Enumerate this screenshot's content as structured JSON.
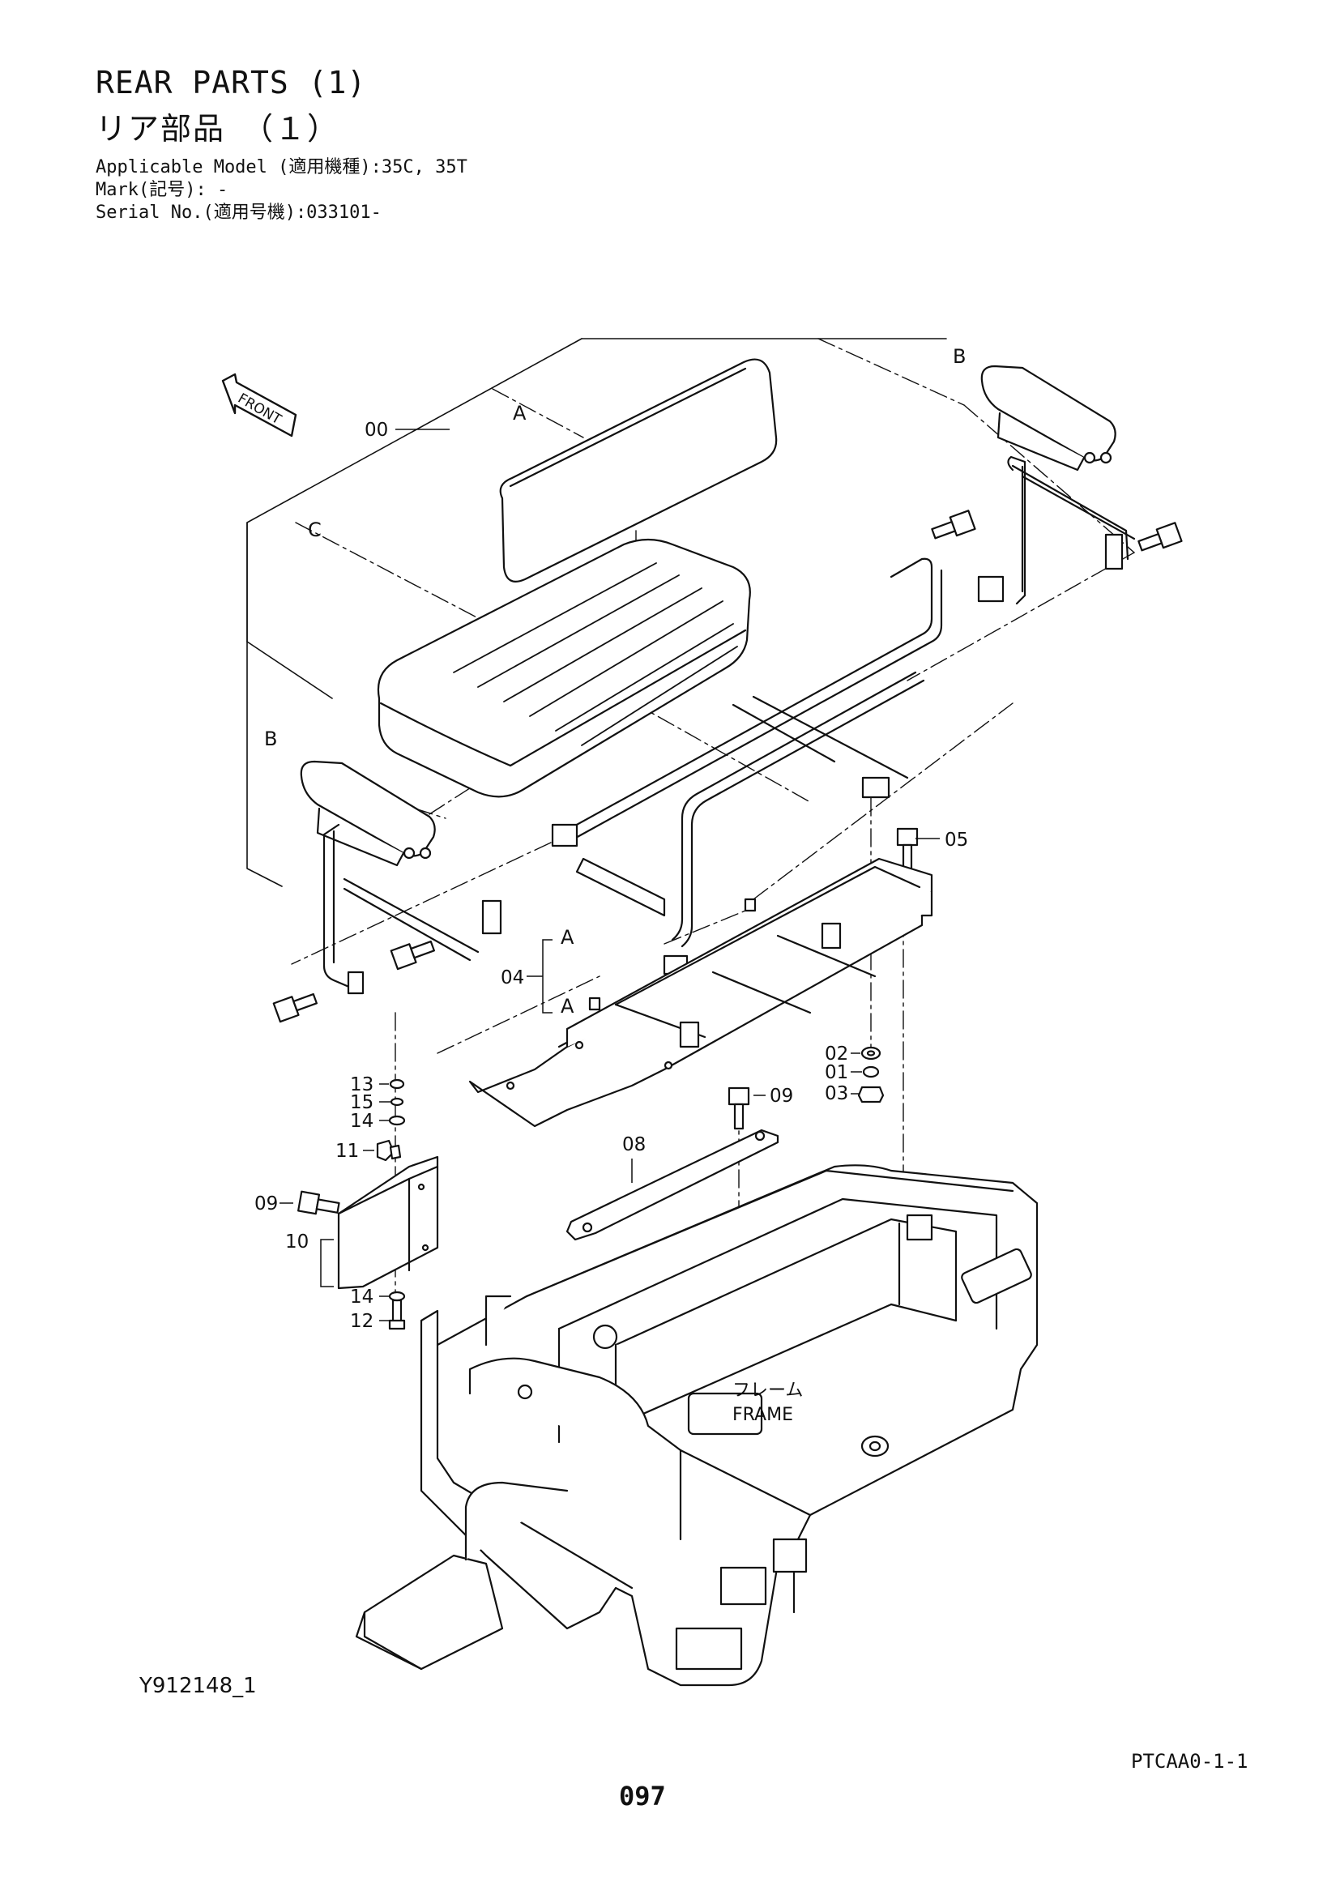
{
  "header": {
    "title_en": "REAR PARTS (1)",
    "title_jp": "リア部品　（１）",
    "applicable_model": "Applicable Model (適用機種):35C, 35T",
    "mark": "Mark(記号): -",
    "serial_no": "Serial No.(適用号機):033101-"
  },
  "diagram": {
    "front_label": "FRONT",
    "frame_label_jp": "フレーム",
    "frame_label_en": "FRAME",
    "ref_a": "A",
    "ref_b": "B",
    "ref_c": "C",
    "callouts": {
      "c00": "00",
      "c01": "01",
      "c02": "02",
      "c03": "03",
      "c04": "04",
      "c05": "05",
      "c08": "08",
      "c09a": "09",
      "c09b": "09",
      "c10": "10",
      "c11": "11",
      "c12": "12",
      "c13": "13",
      "c14a": "14",
      "c14b": "14",
      "c15": "15"
    }
  },
  "footer": {
    "drawing_id": "Y912148_1",
    "catalog_code": "PTCAA0-1-1",
    "page_number": "097"
  }
}
